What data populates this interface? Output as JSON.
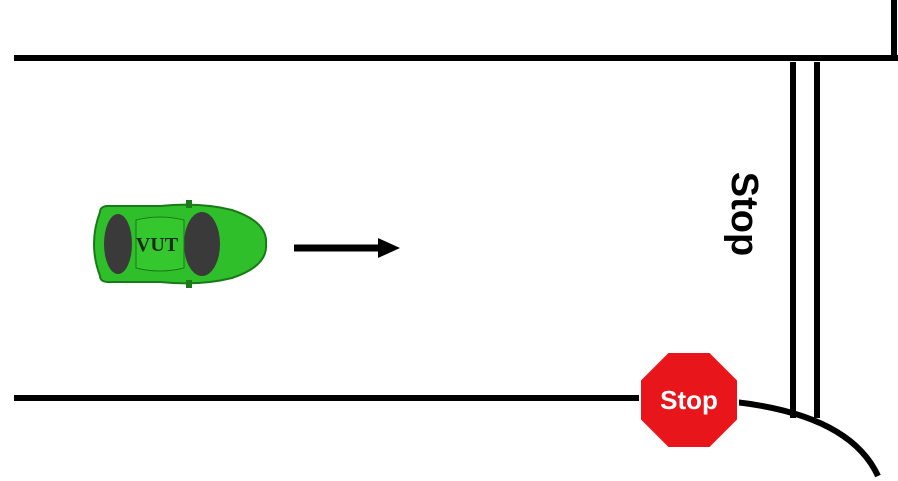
{
  "vehicle": {
    "label": "VUT",
    "body_color": "#2fbf2a",
    "outline_color": "#1a7a17"
  },
  "road_marking": {
    "text": "Stop"
  },
  "stop_sign": {
    "text": "Stop",
    "color": "#e8161b",
    "text_color": "#ffffff"
  },
  "direction_arrow": {
    "icon": "arrow-right-icon",
    "color": "#000000"
  },
  "line_color": "#000000"
}
